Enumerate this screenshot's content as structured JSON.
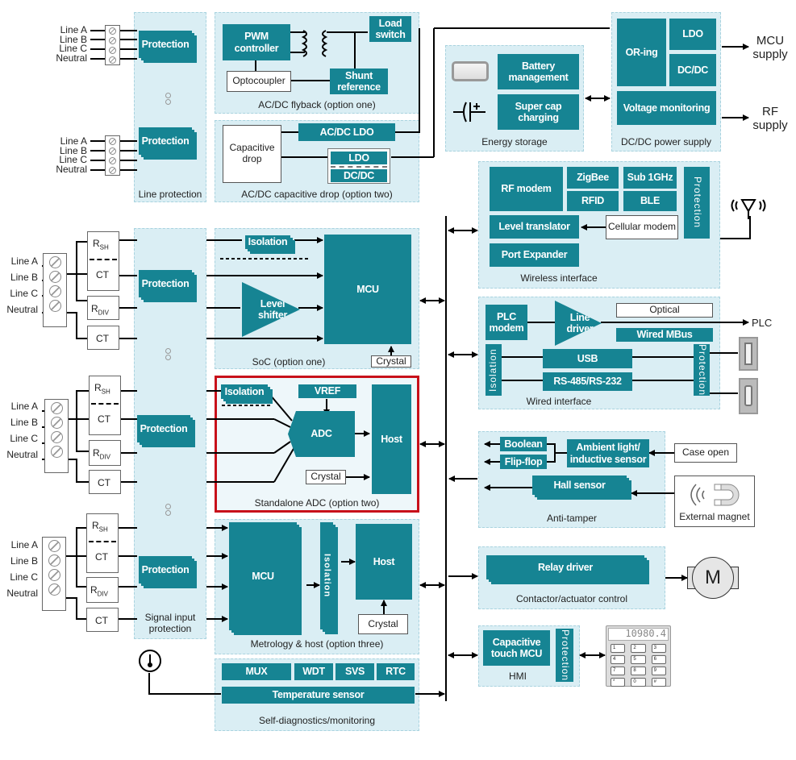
{
  "colors": {
    "block": "#168493",
    "group": "#daeef4",
    "highlight": "#c8101a",
    "wire": "#000000"
  },
  "line_protection": {
    "label": "Line protection",
    "terminals": [
      {
        "lines": [
          "Line A",
          "Line B",
          "Line C",
          "Neutral"
        ],
        "block": "Protection"
      },
      {
        "lines": [
          "Line A",
          "Line B",
          "Line C",
          "Neutral"
        ],
        "block": "Protection"
      }
    ]
  },
  "flyback": {
    "label": "AC/DC flyback (option one)",
    "pwm": "PWM controller",
    "load_switch": "Load switch",
    "optocoupler": "Optocoupler",
    "shunt": "Shunt reference"
  },
  "capdrop": {
    "label": "AC/DC capacitive drop (option two)",
    "capacitive_drop": "Capacitive drop",
    "acdc_ldo": "AC/DC LDO",
    "ldo": "LDO",
    "dcdc": "DC/DC"
  },
  "energy_storage": {
    "label": "Energy storage",
    "battery": "Battery management",
    "supercap": "Super cap charging",
    "battery_icon": "battery-icon",
    "supercap_icon": "capacitor-icon"
  },
  "dcdc_supply": {
    "label": "DC/DC power supply",
    "oring": "OR-ing",
    "ldo": "LDO",
    "dcdc": "DC/DC",
    "voltage_monitoring": "Voltage monitoring",
    "mcu_supply": "MCU supply",
    "rf_supply": "RF supply"
  },
  "signal_inputs": [
    {
      "lines": [
        "Line A",
        "Line B",
        "Line C",
        "Neutral"
      ],
      "sensors": [
        "RSH",
        "CT",
        "RDIV",
        "CT"
      ]
    },
    {
      "lines": [
        "Line A",
        "Line B",
        "Line C",
        "Neutral"
      ],
      "sensors": [
        "RSH",
        "CT",
        "RDIV",
        "CT"
      ]
    },
    {
      "lines": [
        "Line A",
        "Line B",
        "Line C",
        "Neutral"
      ],
      "sensors": [
        "RSH",
        "CT",
        "RDIV",
        "CT"
      ]
    }
  ],
  "sensor_labels": {
    "rsh": "R",
    "rsh_sub": "SH",
    "ct": "CT",
    "rdiv": "R",
    "rdiv_sub": "DIV"
  },
  "signal_protection": {
    "label": "Signal input protection",
    "block": "Protection"
  },
  "soc": {
    "label": "SoC (option one)",
    "isolation": "Isolation",
    "level_shifter": "Level shifter",
    "mcu": "MCU",
    "crystal": "Crystal"
  },
  "standalone_adc": {
    "label": "Standalone ADC (option two)",
    "isolation": "Isolation",
    "vref": "VREF",
    "adc": "ADC",
    "host": "Host",
    "crystal": "Crystal"
  },
  "metrology": {
    "label": "Metrology & host (option three)",
    "mcu": "MCU",
    "isolation": "Isolation",
    "host": "Host",
    "crystal": "Crystal"
  },
  "self_diag": {
    "label": "Self-diagnostics/monitoring",
    "mux": "MUX",
    "wdt": "WDT",
    "svs": "SVS",
    "rtc": "RTC",
    "temp": "Temperature sensor"
  },
  "wireless": {
    "label": "Wireless interface",
    "rf_modem": "RF modem",
    "zigbee": "ZigBee",
    "sub1ghz": "Sub 1GHz",
    "rfid": "RFID",
    "ble": "BLE",
    "protection": "Protection",
    "level_translator": "Level translator",
    "cellular": "Cellular modem",
    "port_expander": "Port Expander"
  },
  "wired": {
    "label": "Wired interface",
    "plc_modem": "PLC modem",
    "line_driver": "Line driver",
    "optical": "Optical",
    "mbus": "Wired MBus",
    "isolation": "Isolation",
    "usb": "USB",
    "rs485": "RS-485/RS-232",
    "protection": "Protection",
    "plc_out": "PLC"
  },
  "anti_tamper": {
    "label": "Anti-tamper",
    "boolean": "Boolean",
    "flipflop": "Flip-flop",
    "ambient": "Ambient light/ inductive sensor",
    "hall": "Hall sensor",
    "case_open": "Case open",
    "ext_magnet": "External magnet"
  },
  "contactor": {
    "label": "Contactor/actuator control",
    "relay": "Relay driver",
    "motor": "M"
  },
  "hmi": {
    "label": "HMI",
    "touch_mcu": "Capacitive touch MCU",
    "protection": "Protection",
    "display": "10980.4",
    "keys": [
      "1",
      "2",
      "3",
      "4",
      "5",
      "6",
      "7",
      "8",
      "9",
      "*",
      "0",
      "#"
    ]
  }
}
